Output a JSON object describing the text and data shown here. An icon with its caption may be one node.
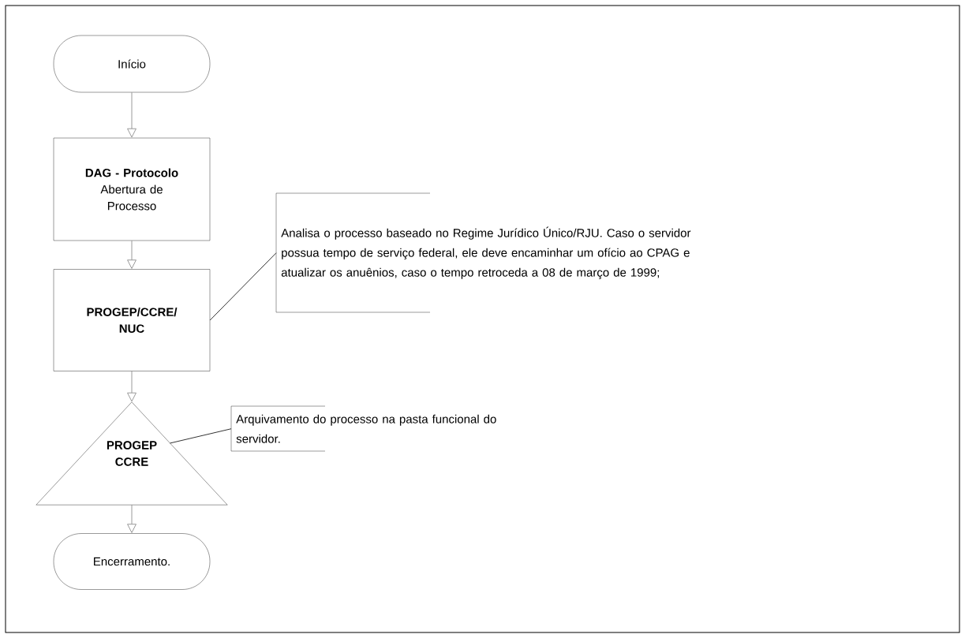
{
  "diagram": {
    "nodes": [
      {
        "text": [
          "Início"
        ]
      },
      {
        "text": [
          "DAG - Protocolo",
          "Abertura de Processo"
        ]
      },
      {
        "text": [
          "PROGEP/CCRE/ NUC"
        ]
      },
      {
        "text": [
          "PROGEP CCRE"
        ]
      },
      {
        "text": [
          "Encerramento."
        ]
      },
      {
        "text": [
          "Analisa o processo baseado no Regime Jurídico Único/RJU. Caso o servidor possua tempo de serviço federal, ele deve encaminhar um ofício ao CPAG e atualizar os anuênios, caso o tempo retroceda a 08 de março de 1999;"
        ]
      },
      {
        "text": [
          "Arquivamento do processo na pasta funcional do servidor."
        ]
      }
    ],
    "edges": [
      {
        "from": 0,
        "to": 1,
        "arrow": "to"
      },
      {
        "from": 1,
        "to": 2,
        "arrow": "to"
      },
      {
        "from": 2,
        "to": 3,
        "arrow": "to"
      },
      {
        "from": 3,
        "to": 4,
        "arrow": "to"
      },
      {
        "from": 2,
        "to": 5,
        "arrow": "none",
        "color": "#000000"
      },
      {
        "from": 3,
        "to": 6,
        "arrow": "none",
        "color": "#000000"
      }
    ]
  }
}
